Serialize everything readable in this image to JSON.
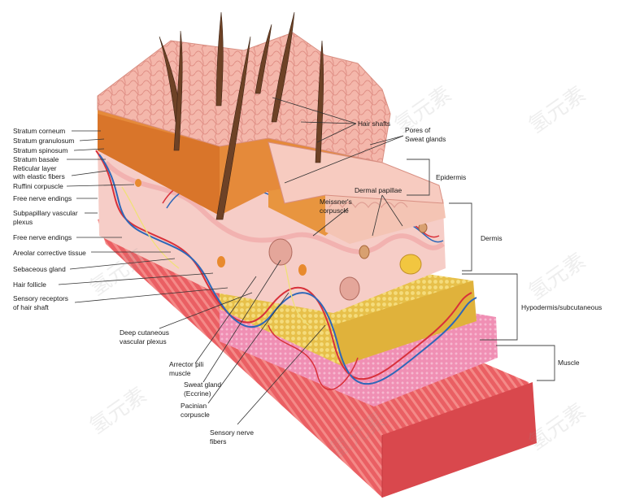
{
  "labels": {
    "stratum_corneum": "Stratum corneum",
    "stratum_granulosum": "Stratum granulosum",
    "stratum_spinosum": "Stratum spinosum",
    "stratum_basale": "Stratum basale",
    "reticular_layer_1": "Reticular layer",
    "reticular_layer_2": "with elastic fibers",
    "ruffini_corpuscle": "Ruffini corpuscle",
    "free_nerve_endings_1": "Free nerve endings",
    "subpapillary_1": "Subpapillary vascular",
    "subpapillary_2": "plexus",
    "free_nerve_endings_2": "Free nerve endings",
    "areolar_tissue": "Areolar corrective tissue",
    "sebaceous_gland": "Sebaceous gland",
    "hair_follicle": "Hair follicle",
    "sensory_receptors_1": "Sensory receptors",
    "sensory_receptors_2": "of hair shaft",
    "deep_plexus_1": "Deep cutaneous",
    "deep_plexus_2": "vascular plexus",
    "arrector_pili_1": "Arrector pili",
    "arrector_pili_2": "muscle",
    "sweat_gland_1": "Sweat gland",
    "sweat_gland_2": "(Eccrine)",
    "pacinian_1": "Pacinian",
    "pacinian_2": "corpuscle",
    "sensory_fibers_1": "Sensory nerve",
    "sensory_fibers_2": "fibers",
    "hair_shafts": "Hair shafts",
    "pores_1": "Pores of",
    "pores_2": "Sweat glands",
    "meissner_1": "Meissner's",
    "meissner_2": "corpuscle",
    "dermal_papillae": "Dermal papillae",
    "epidermis": "Epidermis",
    "dermis": "Dermis",
    "hypodermis": "Hypodermis/subcutaneous",
    "muscle": "Muscle"
  },
  "watermark": "氢元素",
  "colors": {
    "skin_surface": "#f2b3a6",
    "epidermis_edge": "#d9802f",
    "dermis": "#f6c9c3",
    "fat": "#e8c54f",
    "muscle": "#e8575c",
    "artery": "#d8303a",
    "vein": "#2e67b8"
  }
}
